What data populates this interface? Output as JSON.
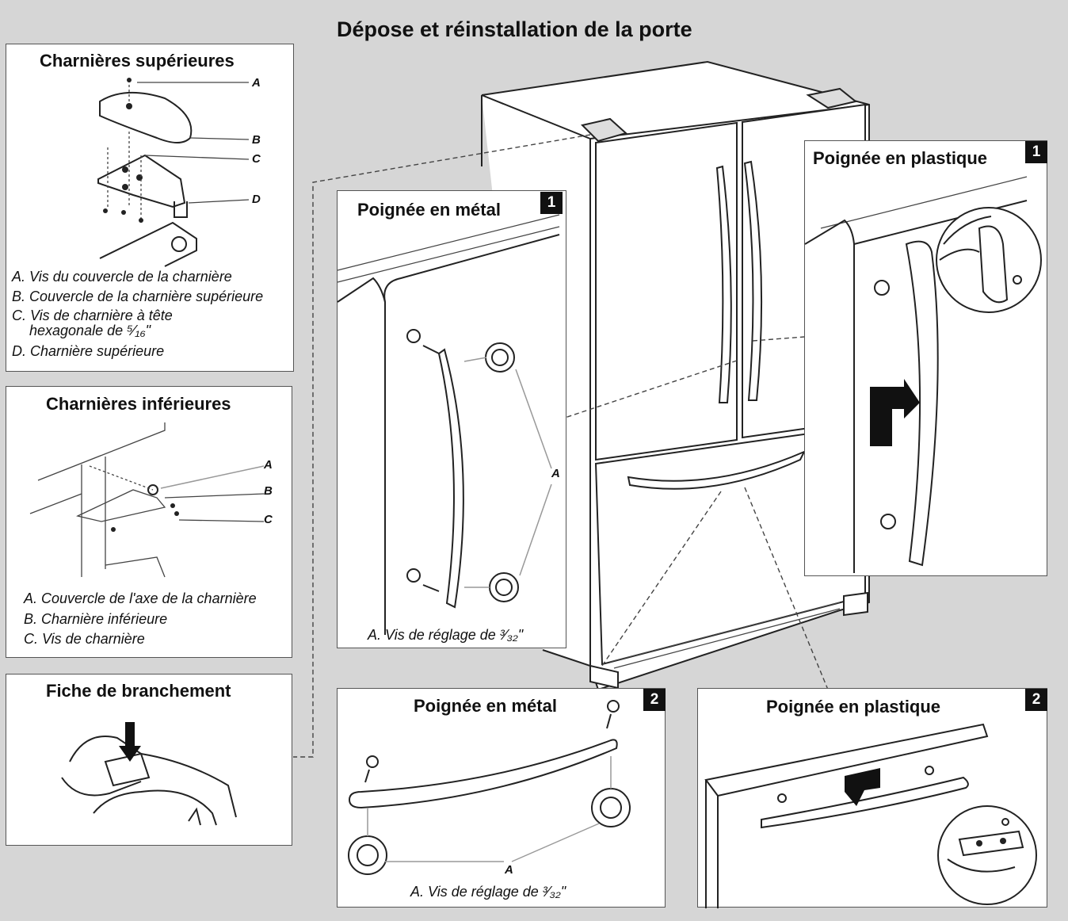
{
  "title": "Dépose et réinstallation de la porte",
  "top_hinges": {
    "title": "Charnières supérieures",
    "labels": [
      "A",
      "B",
      "C",
      "D"
    ],
    "captions": [
      "A. Vis du couvercle de la charnière",
      "B. Couvercle de la charnière supérieure",
      "C. Vis de charnière à tête",
      "hexagonale de ⁵⁄₁₆\"",
      "D. Charnière supérieure"
    ]
  },
  "bottom_hinges": {
    "title": "Charnières inférieures",
    "labels": [
      "A",
      "B",
      "C"
    ],
    "captions": [
      "A. Couvercle de l'axe de la charnière",
      "B. Charnière inférieure",
      "C. Vis de charnière"
    ]
  },
  "plug": {
    "title": "Fiche de branchement"
  },
  "metal_handle_1": {
    "title": "Poignée en métal",
    "step": "1",
    "label": "A",
    "caption": "A. Vis de réglage de ³⁄₃₂\""
  },
  "plastic_handle_1": {
    "title": "Poignée en plastique",
    "step": "1"
  },
  "metal_handle_2": {
    "title": "Poignée en métal",
    "step": "2",
    "label": "A",
    "caption": "A. Vis de réglage de ³⁄₃₂\""
  },
  "plastic_handle_2": {
    "title": "Poignée en plastique",
    "step": "2"
  }
}
